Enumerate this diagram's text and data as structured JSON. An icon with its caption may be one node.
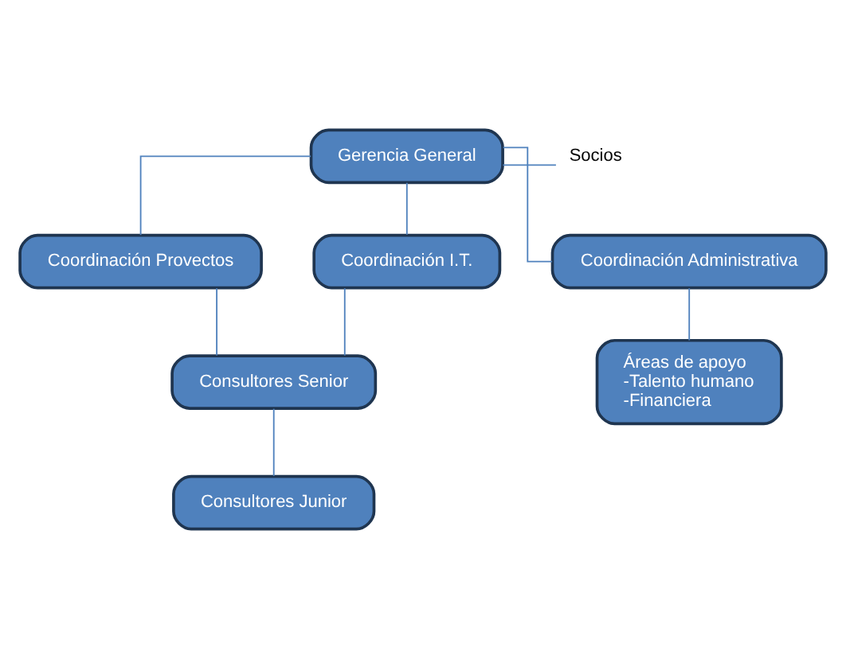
{
  "diagram": {
    "nodes": [
      {
        "text": [
          "Gerencia General"
        ]
      },
      {
        "text": [
          "Socios"
        ]
      },
      {
        "text": [
          "Coordinación Provectos"
        ]
      },
      {
        "text": [
          "Coordinación I.T."
        ]
      },
      {
        "text": [
          "Coordinación Administrativa"
        ]
      },
      {
        "text": [
          "Consultores Senior"
        ]
      },
      {
        "text": [
          "Áreas de apoyo",
          "-Talento humano",
          "-Financiera"
        ]
      },
      {
        "text": [
          "Consultores Junior"
        ]
      }
    ],
    "edges": [
      {
        "from": 0,
        "to": 1,
        "arrow": "none"
      },
      {
        "from": 0,
        "to": 2,
        "arrow": "none"
      },
      {
        "from": 0,
        "to": 3,
        "arrow": "none"
      },
      {
        "from": 0,
        "to": 4,
        "arrow": "none"
      },
      {
        "from": 2,
        "to": 5,
        "arrow": "none"
      },
      {
        "from": 3,
        "to": 5,
        "arrow": "none"
      },
      {
        "from": 4,
        "to": 6,
        "arrow": "none"
      },
      {
        "from": 5,
        "to": 7,
        "arrow": "none"
      }
    ]
  }
}
